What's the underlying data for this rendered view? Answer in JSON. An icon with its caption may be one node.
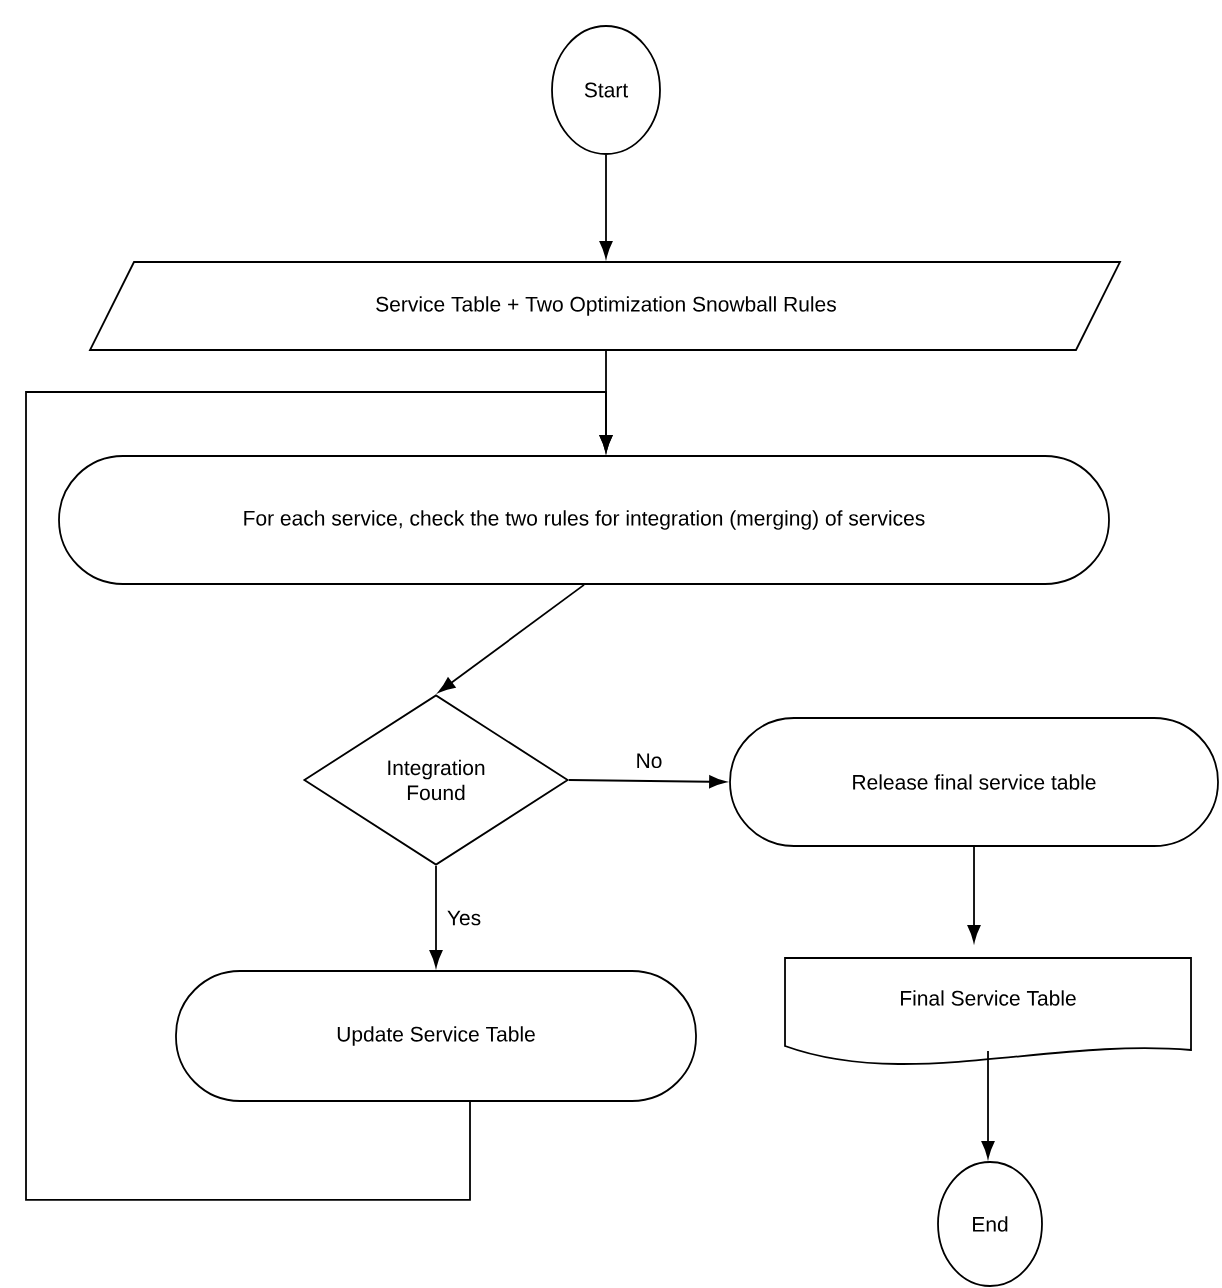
{
  "diagram": {
    "nodes": [
      {
        "text": [
          "Start"
        ]
      },
      {
        "text": [
          "Service Table + Two Optimization Snowball Rules"
        ]
      },
      {
        "text": [
          "For each service, check the two rules for integration (merging) of services"
        ]
      },
      {
        "text": [
          "Integration Found"
        ]
      },
      {
        "text": [
          "Release final service table"
        ]
      },
      {
        "text": [
          "Update Service Table"
        ]
      },
      {
        "text": [
          "Final Service Table"
        ]
      },
      {
        "text": [
          "End"
        ]
      }
    ],
    "edges": [
      {
        "from": 0,
        "to": 1,
        "arrow": "to"
      },
      {
        "from": 1,
        "to": 2,
        "arrow": "to"
      },
      {
        "from": 2,
        "to": 3,
        "arrow": "to"
      },
      {
        "from": 3,
        "to": 4,
        "arrow": "to",
        "label": "No"
      },
      {
        "from": 3,
        "to": 5,
        "arrow": "to",
        "label": "Yes"
      },
      {
        "from": 4,
        "to": 6,
        "arrow": "to"
      },
      {
        "from": 6,
        "to": 7,
        "arrow": "to"
      },
      {
        "from": 5,
        "to": 2,
        "arrow": "to"
      }
    ]
  }
}
